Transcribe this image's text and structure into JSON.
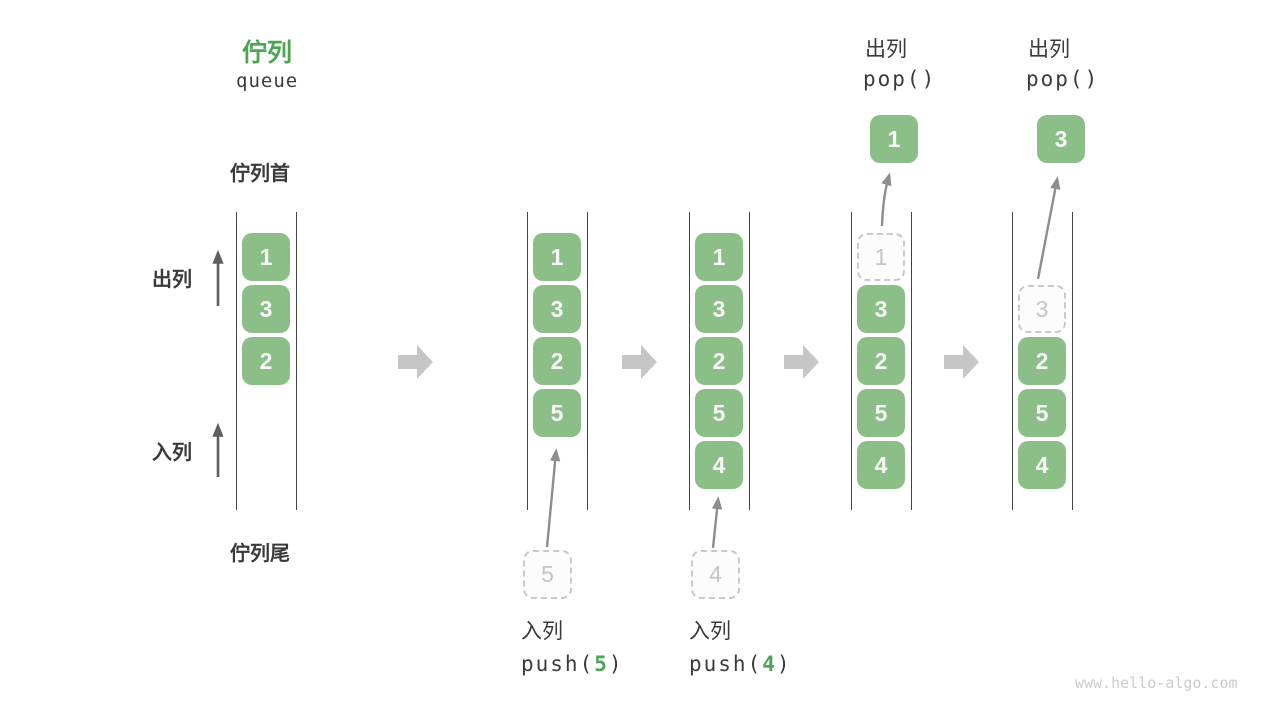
{
  "title": {
    "zh": "佇列",
    "en": "queue"
  },
  "labels": {
    "front": "佇列首",
    "rear": "佇列尾",
    "dequeue": "出列",
    "enqueue": "入列"
  },
  "queues": [
    {
      "cells": [
        {
          "value": "1"
        },
        {
          "value": "3"
        },
        {
          "value": "2"
        }
      ]
    },
    {
      "cells": [
        {
          "value": "1"
        },
        {
          "value": "3"
        },
        {
          "value": "2"
        },
        {
          "value": "5"
        }
      ],
      "enqueue": {
        "label": "入列",
        "fn": "push(",
        "arg": "5",
        "close": ")",
        "staged": "5"
      }
    },
    {
      "cells": [
        {
          "value": "1"
        },
        {
          "value": "3"
        },
        {
          "value": "2"
        },
        {
          "value": "5"
        },
        {
          "value": "4"
        }
      ],
      "enqueue": {
        "label": "入列",
        "fn": "push(",
        "arg": "4",
        "close": ")",
        "staged": "4"
      }
    },
    {
      "cells": [
        {
          "value": "1",
          "ghost": true
        },
        {
          "value": "3"
        },
        {
          "value": "2"
        },
        {
          "value": "5"
        },
        {
          "value": "4"
        }
      ],
      "dequeue": {
        "label": "出列",
        "code": "pop()",
        "popped": "1"
      }
    },
    {
      "cells": [
        {
          "value": "3",
          "ghost": true
        },
        {
          "value": "2"
        },
        {
          "value": "5"
        },
        {
          "value": "4"
        }
      ],
      "dequeue": {
        "label": "出列",
        "code": "pop()",
        "popped": "3"
      }
    }
  ],
  "watermark": "www.hello-algo.com",
  "colors": {
    "accent_green": "#4BA552",
    "box_green": "#8CBF88",
    "box_text": "#F8F8F8",
    "ghost_border": "#C9C9C9",
    "ghost_fill": "#FCFCFC",
    "ghost_text": "#C4C4C4",
    "wall_gray": "#424242",
    "text_dark": "#3A3A3A",
    "flow_arrow_gray": "#C6C6C6",
    "thin_arrow_dark": "#5E5E5E",
    "thin_arrow_gray": "#8E8E8E",
    "watermark_gray": "#CBCBCB"
  }
}
